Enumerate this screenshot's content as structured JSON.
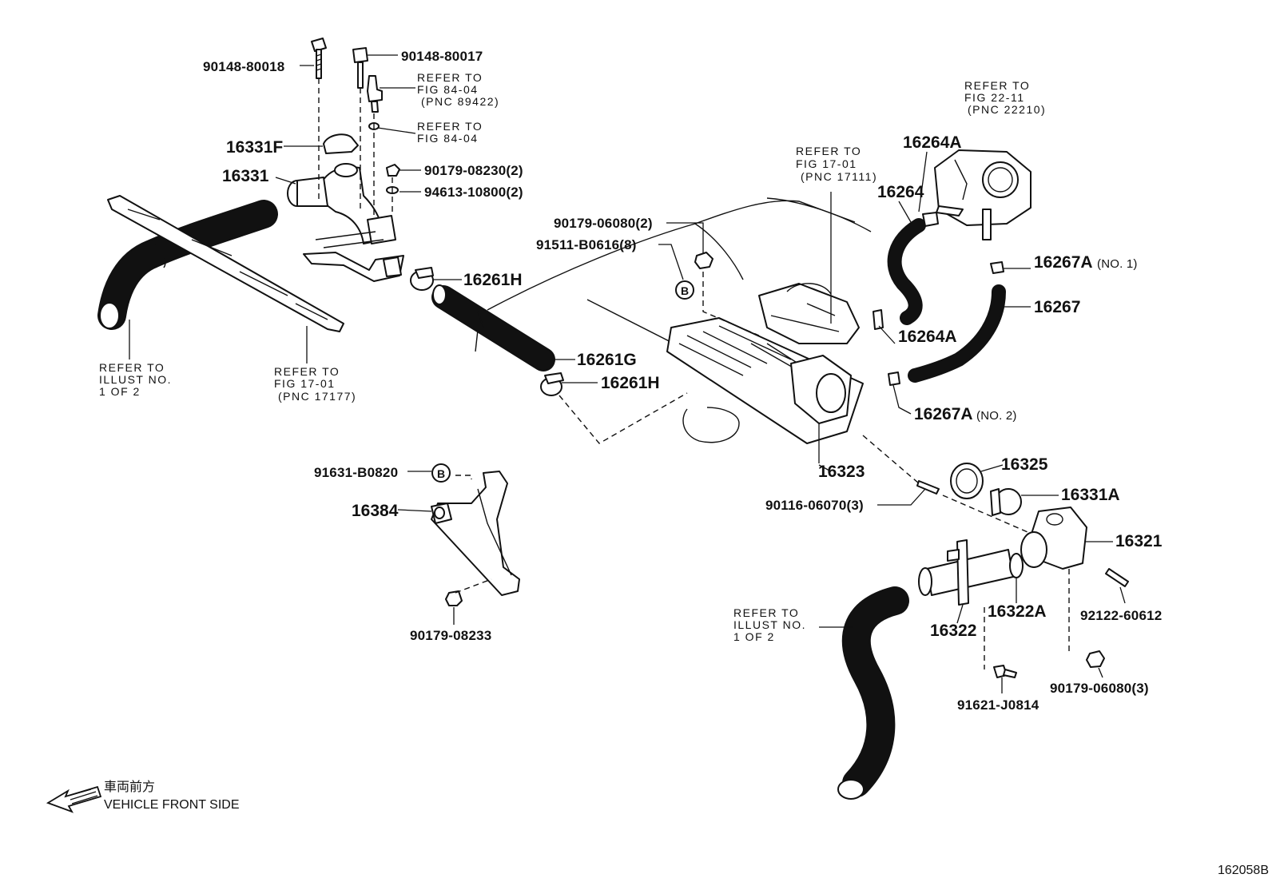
{
  "part_labels": {
    "p_90148_80018": "90148-80018",
    "p_90148_80017": "90148-80017",
    "p_16331F": "16331F",
    "p_16331": "16331",
    "p_90179_08230": "90179-08230(2)",
    "p_94613_10800": "94613-10800(2)",
    "p_16261H_top": "16261H",
    "p_16261G": "16261G",
    "p_16261H_bot": "16261H",
    "p_90179_06080_2": "90179-06080(2)",
    "p_91511_B0616": "91511-B0616(8)",
    "p_16264A_top": "16264A",
    "p_16264": "16264",
    "p_16264A_mid": "16264A",
    "p_16267A_1": "16267A",
    "p_16267A_1_suffix": "(NO. 1)",
    "p_16267": "16267",
    "p_16267A_2": "16267A",
    "p_16267A_2_suffix": "(NO. 2)",
    "p_16323": "16323",
    "p_16325": "16325",
    "p_16331A": "16331A",
    "p_16321": "16321",
    "p_90116_06070": "90116-06070(3)",
    "p_16322A": "16322A",
    "p_16322": "16322",
    "p_92122_60612": "92122-60612",
    "p_90179_06080_3": "90179-06080(3)",
    "p_91621_J0814": "91621-J0814",
    "p_91631_B0820": "91631-B0820",
    "p_16384": "16384",
    "p_90179_08233": "90179-08233"
  },
  "circle_marker": "B",
  "references": {
    "fig8404a": [
      "REFER TO",
      "FIG 84-04",
      "(PNC 89422)"
    ],
    "fig8404b": [
      "REFER TO",
      "FIG 84-04"
    ],
    "fig2211": [
      "REFER TO",
      "FIG 22-11",
      "(PNC 22210)"
    ],
    "fig1701a": [
      "REFER TO",
      "FIG 17-01",
      "(PNC 17111)"
    ],
    "illust1": [
      "REFER TO",
      "ILLUST NO.",
      "1 OF 2"
    ],
    "fig1701b": [
      "REFER TO",
      "FIG 17-01",
      "(PNC 17177)"
    ],
    "illust2": [
      "REFER TO",
      "ILLUST NO.",
      "1 OF 2"
    ]
  },
  "direction": {
    "japanese": "車両前方",
    "english": "VEHICLE FRONT SIDE"
  },
  "figure_code": "162058B"
}
